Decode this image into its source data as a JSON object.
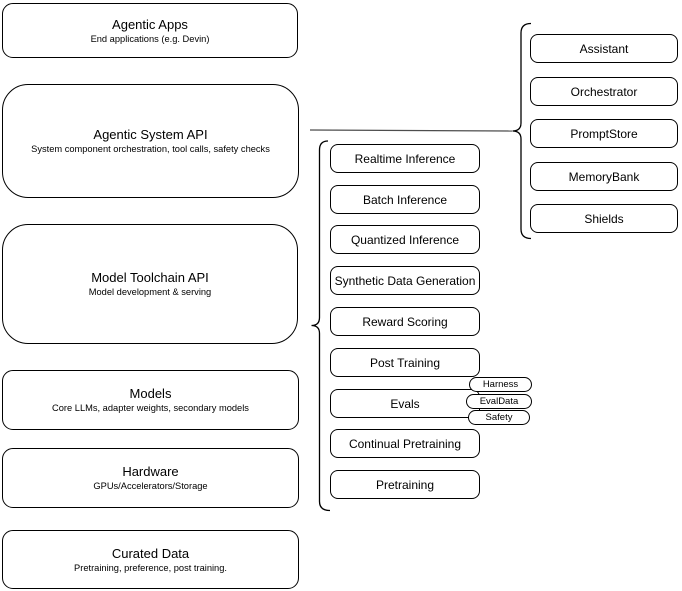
{
  "diagram": {
    "left_stack": [
      {
        "title": "Agentic Apps",
        "subtitle": "End applications (e.g. Devin)"
      },
      {
        "title": "Agentic System API",
        "subtitle": "System component orchestration, tool calls, safety checks"
      },
      {
        "title": "Model Toolchain API",
        "subtitle": "Model development & serving"
      },
      {
        "title": "Models",
        "subtitle": "Core LLMs, adapter weights, secondary models"
      },
      {
        "title": "Hardware",
        "subtitle": "GPUs/Accelerators/Storage"
      },
      {
        "title": "Curated Data",
        "subtitle": "Pretraining, preference, post training."
      }
    ],
    "model_toolchain_components": [
      "Realtime Inference",
      "Batch Inference",
      "Quantized Inference",
      "Synthetic Data Generation",
      "Reward Scoring",
      "Post Training",
      "Evals",
      "Continual Pretraining",
      "Pretraining"
    ],
    "evals_tags": [
      "Harness",
      "EvalData",
      "Safety"
    ],
    "agentic_system_components": [
      "Assistant",
      "Orchestrator",
      "PromptStore",
      "MemoryBank",
      "Shields"
    ],
    "colors": {
      "stroke": "#000000",
      "connector": "#4d4d4d",
      "background": "#ffffff"
    }
  }
}
